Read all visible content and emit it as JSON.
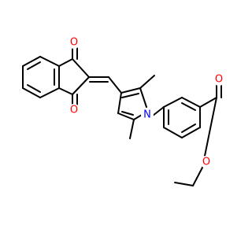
{
  "molecule": {
    "atom_labels": [
      {
        "id": "O1",
        "symbol": "O",
        "color": "#ff0000"
      },
      {
        "id": "O2",
        "symbol": "O",
        "color": "#ff0000"
      },
      {
        "id": "N1",
        "symbol": "N",
        "color": "#0000ff"
      },
      {
        "id": "O3",
        "symbol": "O",
        "color": "#ff0000"
      },
      {
        "id": "O4",
        "symbol": "O",
        "color": "#ff0000"
      }
    ],
    "colors": {
      "bond": "#000000",
      "oxygen": "#ff0000",
      "nitrogen": "#0000ff",
      "background": "#ffffff"
    }
  }
}
